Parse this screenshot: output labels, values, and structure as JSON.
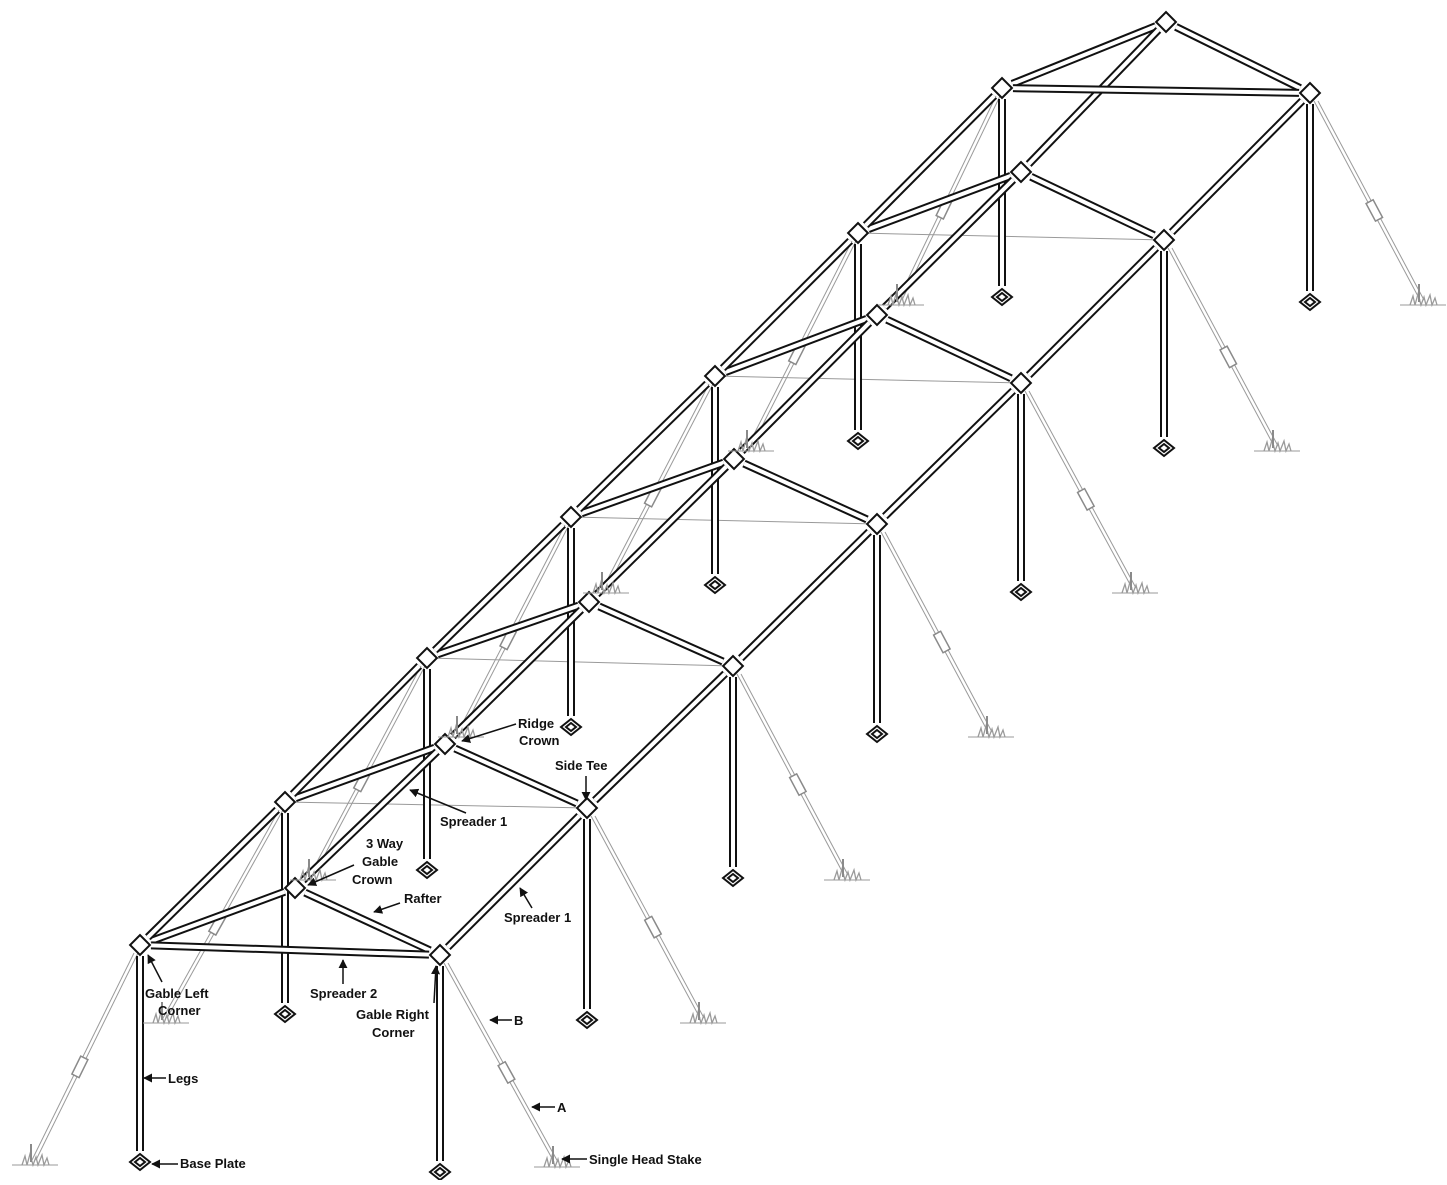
{
  "labels": {
    "ridge_crown_1": "Ridge",
    "ridge_crown_2": "Crown",
    "side_tee": "Side Tee",
    "spreader_1_center": "Spreader 1",
    "three_way_1": "3 Way",
    "three_way_2": "Gable",
    "three_way_3": "Crown",
    "rafter": "Rafter",
    "spreader_1_side": "Spreader 1",
    "gable_left_1": "Gable Left",
    "gable_left_2": "Corner",
    "spreader_2": "Spreader 2",
    "gable_right_1": "Gable Right",
    "gable_right_2": "Corner",
    "b": "B",
    "legs": "Legs",
    "a": "A",
    "base_plate": "Base Plate",
    "single_head_stake": "Single Head Stake"
  },
  "colors": {
    "frame": "#111111",
    "guy_line": "#9a9a9a",
    "grass": "#9a9a9a"
  }
}
